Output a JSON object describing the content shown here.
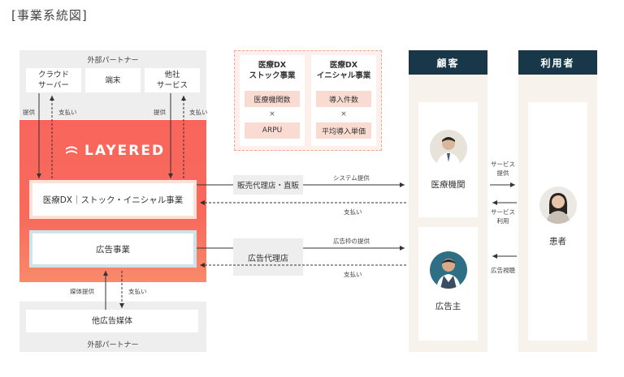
{
  "title": "[事業系統図]",
  "brand": {
    "name": "LAYERED"
  },
  "partners_top": {
    "label": "外部パートナー",
    "boxes": [
      "クラウド\nサーバー",
      "端末",
      "他社\nサービス"
    ]
  },
  "partners_bottom": {
    "label": "外部パートナー",
    "box": "他広告媒体"
  },
  "businesses": {
    "dx": "医療DX｜ストック・イニシャル事業",
    "ad": "広告事業"
  },
  "dx_panel": {
    "stock": {
      "head": "医療DX\nストック事業",
      "a": "医療機関数",
      "x": "×",
      "b": "ARPU"
    },
    "initial": {
      "head": "医療DX\nイニシャル事業",
      "a": "導入件数",
      "x": "×",
      "b": "平均導入単価"
    }
  },
  "agents": {
    "sales": "販売代理店・直販",
    "ad": "広告代理店"
  },
  "columns": {
    "customer": {
      "head": "顧客",
      "medical": "医療機関",
      "advertiser": "広告主"
    },
    "user": {
      "head": "利用者",
      "patient": "患者"
    }
  },
  "flows": {
    "provide": "提供",
    "pay": "支払い",
    "system_provide": "システム提供",
    "adspace_provide": "広告枠の提供",
    "media_provide": "媒体提供",
    "service_provide": "サービス\n提供",
    "service_use": "サービス\n利用",
    "ad_view": "広告視聴"
  },
  "colors": {
    "brand_red": "#f9655c",
    "navy": "#18384a",
    "beige": "#f7f3ec",
    "gray": "#eeeeee",
    "pink_light": "#fadbd2"
  }
}
